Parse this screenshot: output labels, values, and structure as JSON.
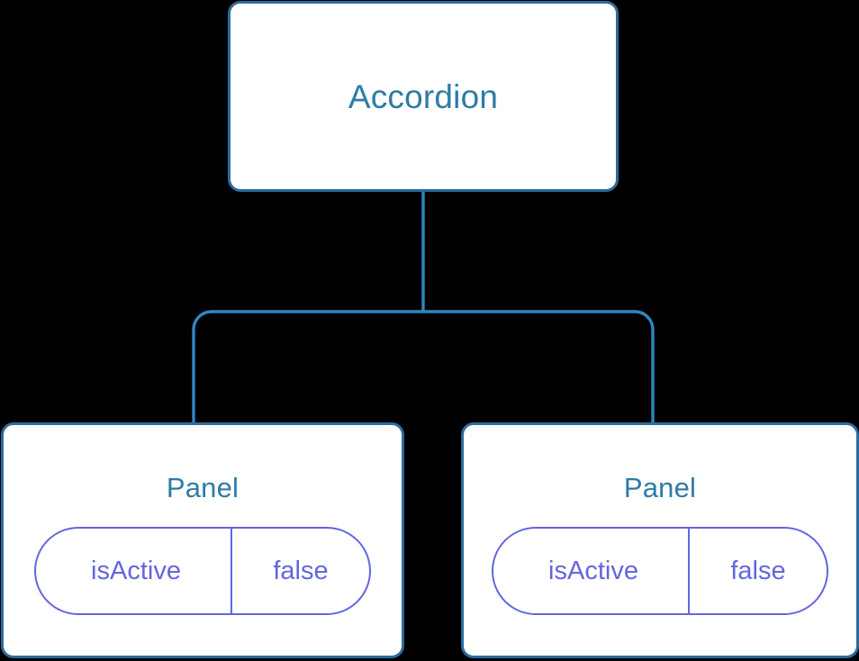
{
  "diagram": {
    "type": "component-tree",
    "background_color": "#000000",
    "node_border_color": "#2b6c9e",
    "node_fill_color": "#ffffff",
    "node_title_color": "#2e7ba6",
    "connector_color": "#2e86c1",
    "state_color": "#6366e0",
    "root": {
      "title": "Accordion"
    },
    "children": [
      {
        "title": "Panel",
        "state": {
          "key": "isActive",
          "value": "false"
        }
      },
      {
        "title": "Panel",
        "state": {
          "key": "isActive",
          "value": "false"
        }
      }
    ]
  }
}
